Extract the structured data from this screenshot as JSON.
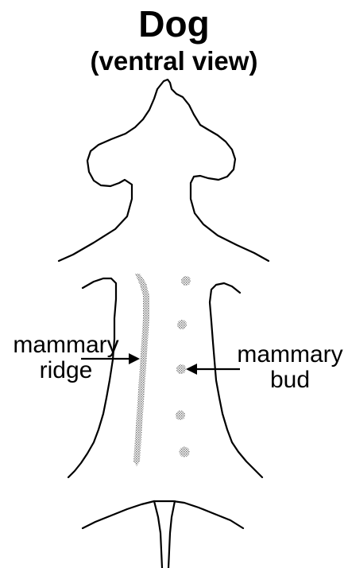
{
  "title": "Dog",
  "subtitle": "(ventral  view)",
  "labels": {
    "ridge_line1": "mammary",
    "ridge_line2": "ridge",
    "bud_line1": "mammary",
    "bud_line2": "bud"
  },
  "colors": {
    "outline": "#000000",
    "stipple": "#8c8c8c",
    "background": "#ffffff"
  }
}
